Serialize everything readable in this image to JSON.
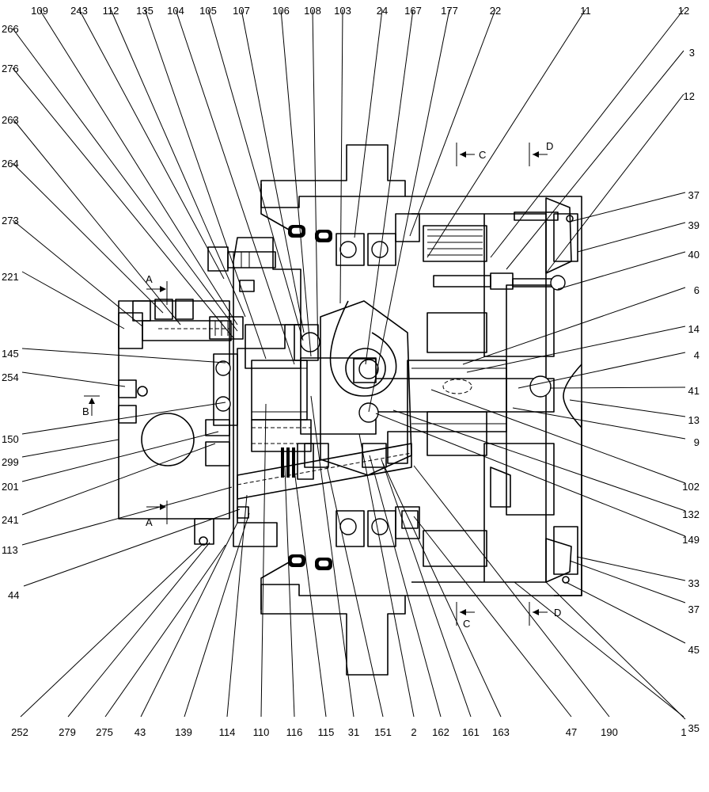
{
  "section_marks": {
    "a_top": "A",
    "a_bottom": "A",
    "b": "B",
    "c_top": "C",
    "c_bottom": "C",
    "d_top": "D",
    "d_bottom": "D"
  },
  "callouts": {
    "top": [
      "109",
      "243",
      "112",
      "135",
      "104",
      "105",
      "107",
      "106",
      "108",
      "103",
      "24",
      "167",
      "177",
      "22",
      "11",
      "12"
    ],
    "left": [
      "266",
      "276",
      "263",
      "264",
      "273",
      "221",
      "145",
      "254",
      "150",
      "299",
      "201",
      "241",
      "113",
      "44"
    ],
    "right": [
      "3",
      "12",
      "37",
      "39",
      "40",
      "6",
      "14",
      "4",
      "41",
      "13",
      "9",
      "102",
      "132",
      "149",
      "33",
      "37",
      "45",
      "35"
    ],
    "bottom": [
      "252",
      "279",
      "275",
      "43",
      "139",
      "114",
      "110",
      "116",
      "115",
      "31",
      "151",
      "2",
      "162",
      "161",
      "163",
      "47",
      "190",
      "1"
    ]
  }
}
